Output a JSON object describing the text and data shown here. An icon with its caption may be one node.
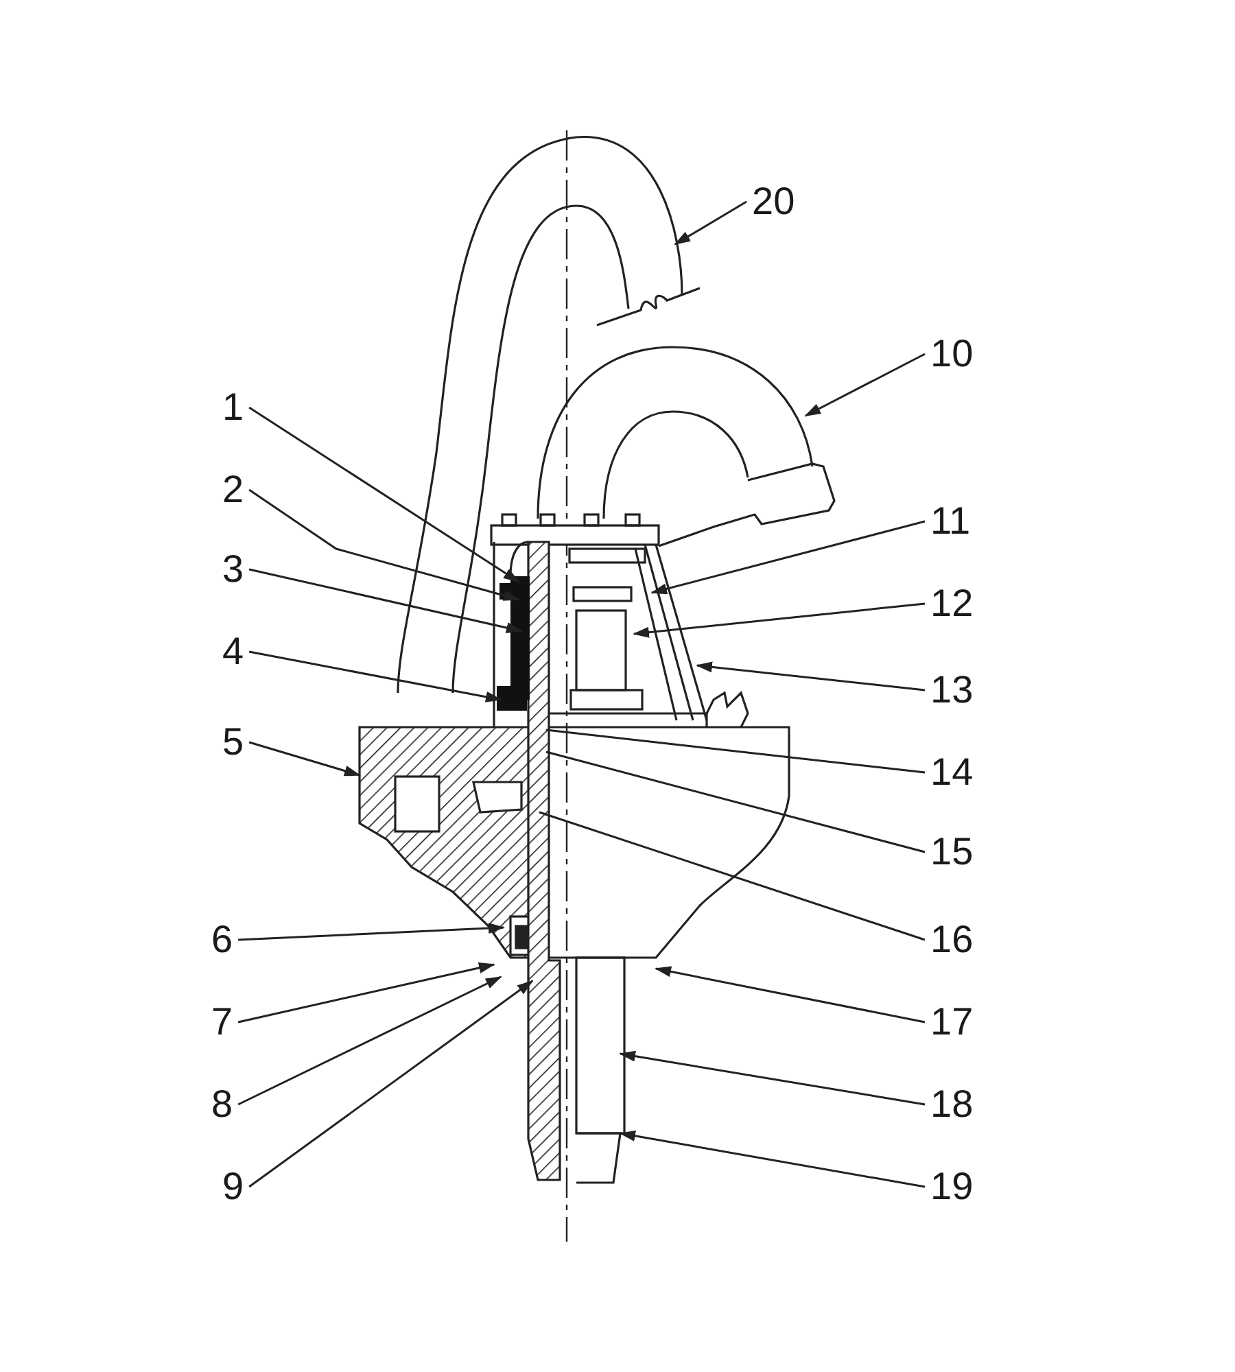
{
  "diagram": {
    "nodes": [
      {
        "text": [
          "20"
        ]
      },
      {
        "text": [
          "10"
        ]
      },
      {
        "text": [
          "1"
        ]
      },
      {
        "text": [
          "2"
        ]
      },
      {
        "text": [
          "11"
        ]
      },
      {
        "text": [
          "3"
        ]
      },
      {
        "text": [
          "12"
        ]
      },
      {
        "text": [
          "4"
        ]
      },
      {
        "text": [
          "13"
        ]
      },
      {
        "text": [
          "5"
        ]
      },
      {
        "text": [
          "14"
        ]
      },
      {
        "text": [
          "15"
        ]
      },
      {
        "text": [
          "16"
        ]
      },
      {
        "text": [
          "6"
        ]
      },
      {
        "text": [
          "7"
        ]
      },
      {
        "text": [
          "17"
        ]
      },
      {
        "text": [
          "8"
        ]
      },
      {
        "text": [
          "18"
        ]
      },
      {
        "text": [
          "9"
        ]
      },
      {
        "text": [
          "19"
        ]
      }
    ],
    "edges": [
      {
        "from": 0,
        "to": null,
        "arrow": "to"
      },
      {
        "from": 1,
        "to": null,
        "arrow": "to"
      },
      {
        "from": 2,
        "to": null,
        "arrow": "to"
      },
      {
        "from": 3,
        "to": null,
        "arrow": "to"
      },
      {
        "from": 4,
        "to": null,
        "arrow": "to"
      },
      {
        "from": 5,
        "to": null,
        "arrow": "to"
      },
      {
        "from": 6,
        "to": null,
        "arrow": "to"
      },
      {
        "from": 7,
        "to": null,
        "arrow": "to"
      },
      {
        "from": 8,
        "to": null,
        "arrow": "to"
      },
      {
        "from": 9,
        "to": null,
        "arrow": "to"
      },
      {
        "from": 10,
        "to": null,
        "arrow": "none"
      },
      {
        "from": 11,
        "to": null,
        "arrow": "none"
      },
      {
        "from": 12,
        "to": null,
        "arrow": "none"
      },
      {
        "from": 13,
        "to": null,
        "arrow": "to"
      },
      {
        "from": 14,
        "to": null,
        "arrow": "to"
      },
      {
        "from": 15,
        "to": null,
        "arrow": "to"
      },
      {
        "from": 16,
        "to": null,
        "arrow": "to"
      },
      {
        "from": 17,
        "to": null,
        "arrow": "to"
      },
      {
        "from": 18,
        "to": null,
        "arrow": "to"
      },
      {
        "from": 19,
        "to": null,
        "arrow": "to"
      }
    ]
  }
}
